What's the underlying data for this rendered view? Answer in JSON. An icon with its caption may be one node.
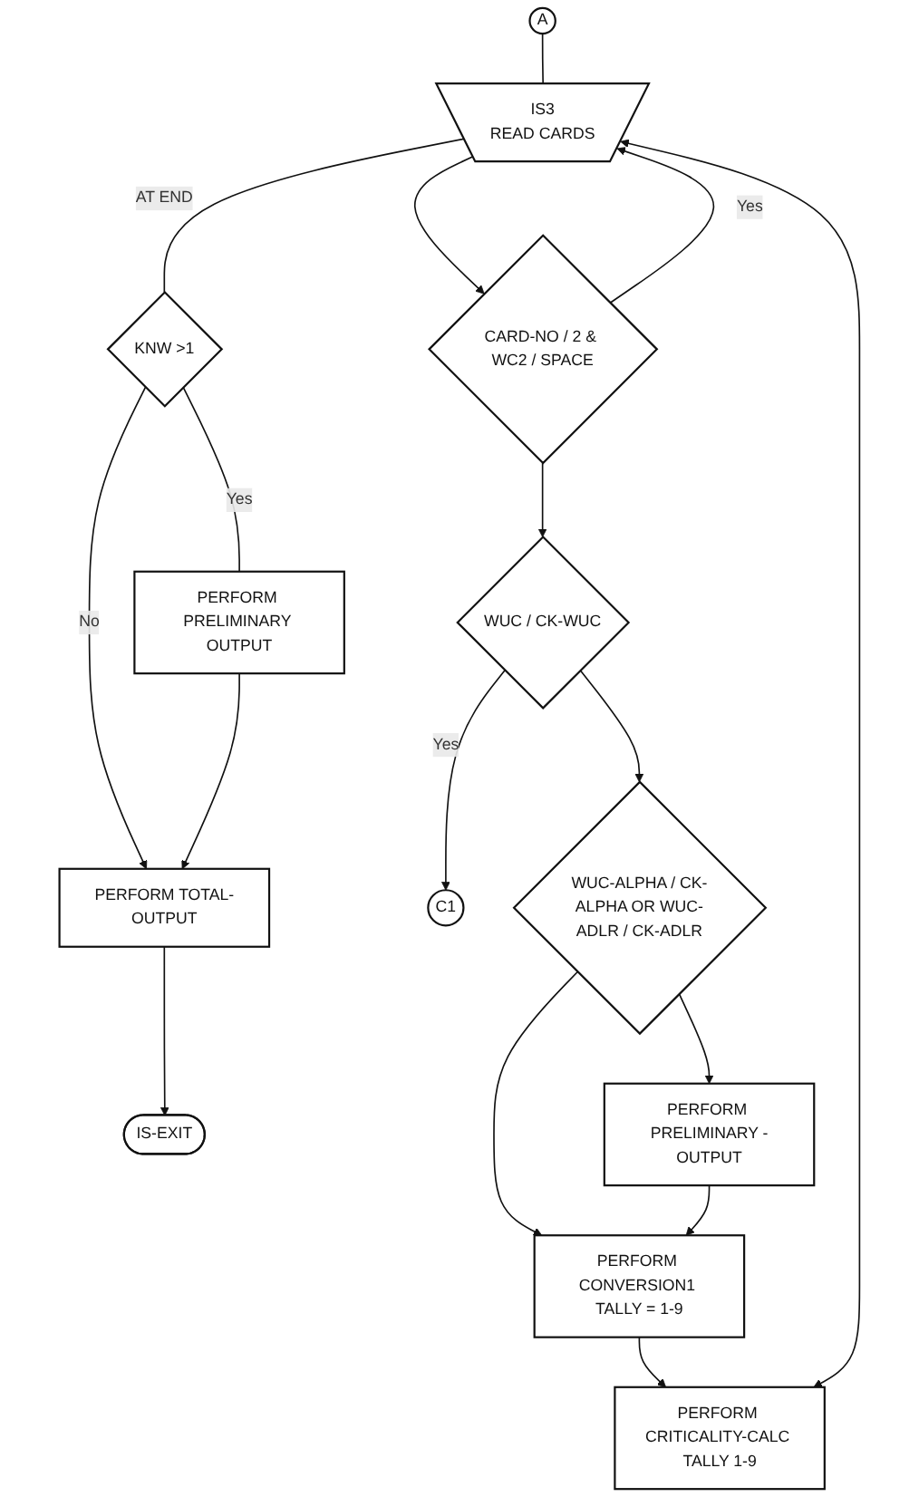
{
  "diagram": {
    "nodes": [
      {
        "text": [
          "A"
        ]
      },
      {
        "text": [
          "IS3",
          "READ CARDS"
        ]
      },
      {
        "text": [
          "KNW >1"
        ]
      },
      {
        "text": [
          "PERFORM PRELIMINARY OUTPUT"
        ]
      },
      {
        "text": [
          "PERFORM TOTAL-OUTPUT"
        ]
      },
      {
        "text": [
          "IS-EXIT"
        ]
      },
      {
        "text": [
          "CARD-NO / 2 & WC2 / SPACE"
        ]
      },
      {
        "text": [
          "WUC / CK-WUC"
        ]
      },
      {
        "text": [
          "C1"
        ]
      },
      {
        "text": [
          "WUC-ALPHA / CK-ALPHA OR WUC-ADLR / CK-ADLR"
        ]
      },
      {
        "text": [
          "PERFORM PRELIMINARY -OUTPUT"
        ]
      },
      {
        "text": [
          "PERFORM CONVERSION1 TALLY = 1-9"
        ]
      },
      {
        "text": [
          "PERFORM CRITICALITY-CALC TALLY 1-9"
        ]
      }
    ],
    "edges": [
      {
        "from": 0,
        "to": 1,
        "arrow": "none"
      },
      {
        "from": 1,
        "to": 2,
        "arrow": "none",
        "label": "AT END"
      },
      {
        "from": 2,
        "to": 3,
        "arrow": "none",
        "label": "Yes"
      },
      {
        "from": 2,
        "to": 4,
        "arrow": "to",
        "label": "No"
      },
      {
        "from": 3,
        "to": 4,
        "arrow": "to"
      },
      {
        "from": 4,
        "to": 5,
        "arrow": "to"
      },
      {
        "from": 1,
        "to": 6,
        "arrow": "to"
      },
      {
        "from": 6,
        "to": 1,
        "arrow": "to",
        "label": "Yes"
      },
      {
        "from": 6,
        "to": 7,
        "arrow": "to"
      },
      {
        "from": 7,
        "to": 8,
        "arrow": "to",
        "label": "Yes"
      },
      {
        "from": 7,
        "to": 9,
        "arrow": "to"
      },
      {
        "from": 9,
        "to": 10,
        "arrow": "to"
      },
      {
        "from": 9,
        "to": 11,
        "arrow": "to"
      },
      {
        "from": 10,
        "to": 11,
        "arrow": "to"
      },
      {
        "from": 11,
        "to": 12,
        "arrow": "to"
      },
      {
        "from": 12,
        "to": 1,
        "arrow": "both"
      }
    ]
  }
}
